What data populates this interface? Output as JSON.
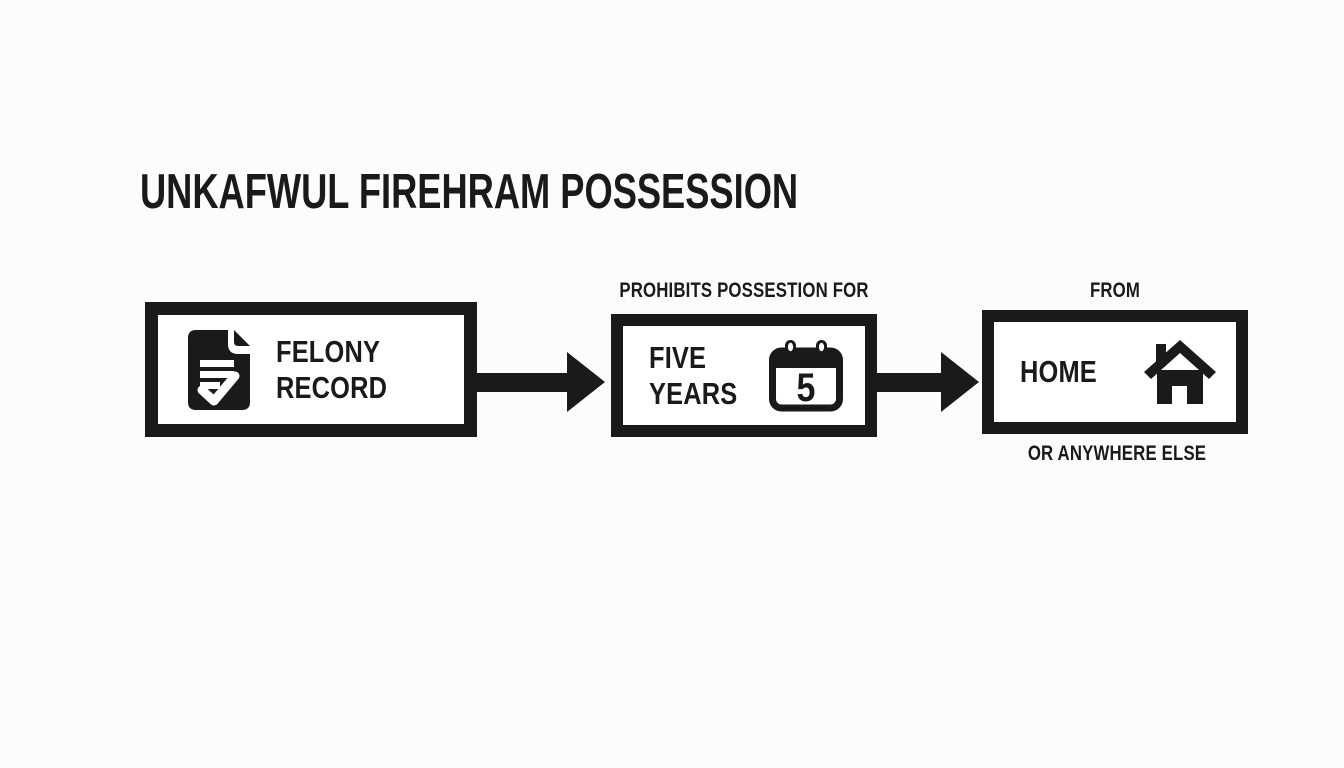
{
  "colors": {
    "ink": "#1a1a1a",
    "background": "#fcfcfc",
    "box_fill": "#ffffff"
  },
  "title": "UNKAFWUL FIREHRAM POSSESSION",
  "diagram": {
    "step1": {
      "icon": "document-check-icon",
      "label_line1": "FELONY",
      "label_line2": "RECORD"
    },
    "connectors": [
      "arrow-right-icon",
      "arrow-right-icon"
    ],
    "step2": {
      "top_label": "PROHIBITS POSSESTION FOR",
      "label_line1": "FIVE",
      "label_line2": "YEARS",
      "icon": "calendar-icon",
      "calendar_day": "5"
    },
    "step3": {
      "top_label": "FROM",
      "label": "HOME",
      "icon": "house-icon",
      "bottom_label": "OR ANYWHERE ELSE"
    }
  }
}
